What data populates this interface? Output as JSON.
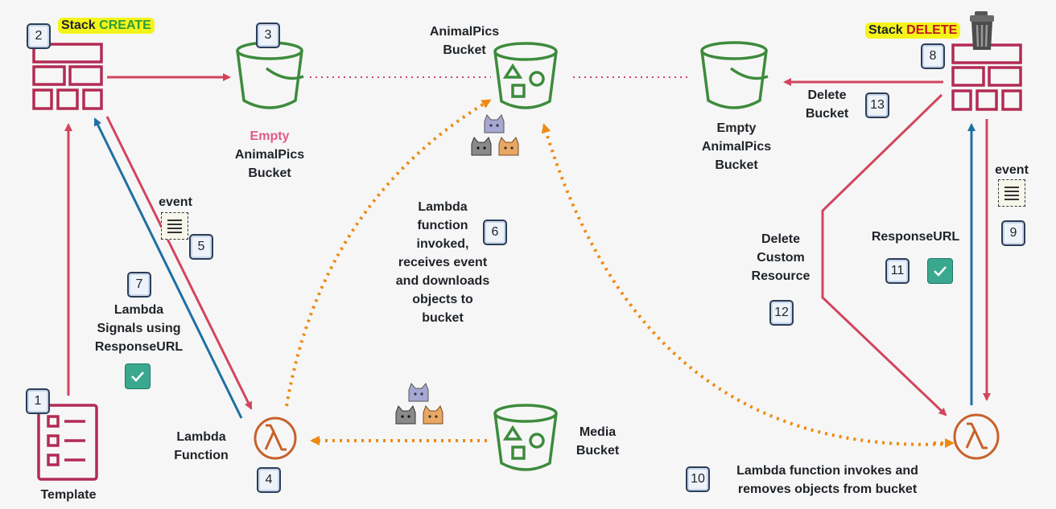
{
  "labels": {
    "stack_create_prefix": "Stack",
    "stack_create_keyword": "CREATE",
    "stack_delete_prefix": "Stack",
    "stack_delete_keyword": "DELETE",
    "empty_bucket_left": {
      "l1": "Empty",
      "l2": "AnimalPics",
      "l3": "Bucket"
    },
    "animalpics_bucket": {
      "l1": "AnimalPics",
      "l2": "Bucket"
    },
    "empty_bucket_right": {
      "l1": "Empty",
      "l2": "AnimalPics",
      "l3": "Bucket"
    },
    "delete_bucket": {
      "l1": "Delete",
      "l2": "Bucket"
    },
    "event_left": "event",
    "event_right": "event",
    "lambda_invoked": {
      "l1": "Lambda",
      "l2": "function",
      "l3": "invoked,",
      "l4": "receives event",
      "l5": "and downloads",
      "l6": "objects to",
      "l7": "bucket"
    },
    "lambda_signals": {
      "l1": "Lambda",
      "l2": "Signals using",
      "l3": "ResponseURL"
    },
    "delete_custom_resource": {
      "l1": "Delete",
      "l2": "Custom",
      "l3": "Resource"
    },
    "responseurl": "ResponseURL",
    "lambda_function": {
      "l1": "Lambda",
      "l2": "Function"
    },
    "media_bucket": {
      "l1": "Media",
      "l2": "Bucket"
    },
    "template": "Template",
    "lambda_removes": {
      "l1": "Lambda function invokes and",
      "l2": "removes objects from bucket"
    }
  },
  "steps": [
    "1",
    "2",
    "3",
    "4",
    "5",
    "6",
    "7",
    "8",
    "9",
    "10",
    "11",
    "12",
    "13"
  ],
  "colors": {
    "create_flow": "#d2455e",
    "signal_flow": "#1f6fa3",
    "s3_green": "#3d8b3d",
    "lambda_orange": "#c8612a",
    "data_flow": "#ee8a12",
    "cloudformation": "#b32b55"
  },
  "icons": [
    "cloudformation-stack-icon",
    "s3-bucket-icon",
    "lambda-icon",
    "template-icon",
    "trash-can-icon",
    "event-document-icon",
    "cat-icon",
    "checkmark-icon"
  ]
}
